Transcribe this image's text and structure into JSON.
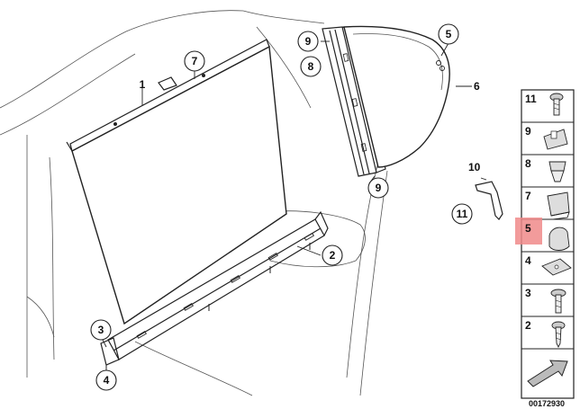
{
  "colors": {
    "highlight": "#f08a8a",
    "line": "#222222",
    "shade": "#d9d9d9"
  },
  "callouts": [
    "1",
    "2",
    "3",
    "4",
    "5",
    "6",
    "7",
    "8",
    "9",
    "9",
    "10",
    "11"
  ],
  "legend": {
    "items": [
      "11",
      "9",
      "8",
      "7",
      "5",
      "4",
      "3",
      "2"
    ],
    "highlighted": "5"
  },
  "reference_number": "00172930",
  "icons": [
    "door-outline",
    "sunblind-roller",
    "window-frame-trim",
    "rear-quarter-glass",
    "bracket",
    "screw",
    "clip",
    "expanding-nut",
    "cap",
    "retaining-clip",
    "hex-screw",
    "self-tapping-screw",
    "direction-arrow"
  ]
}
